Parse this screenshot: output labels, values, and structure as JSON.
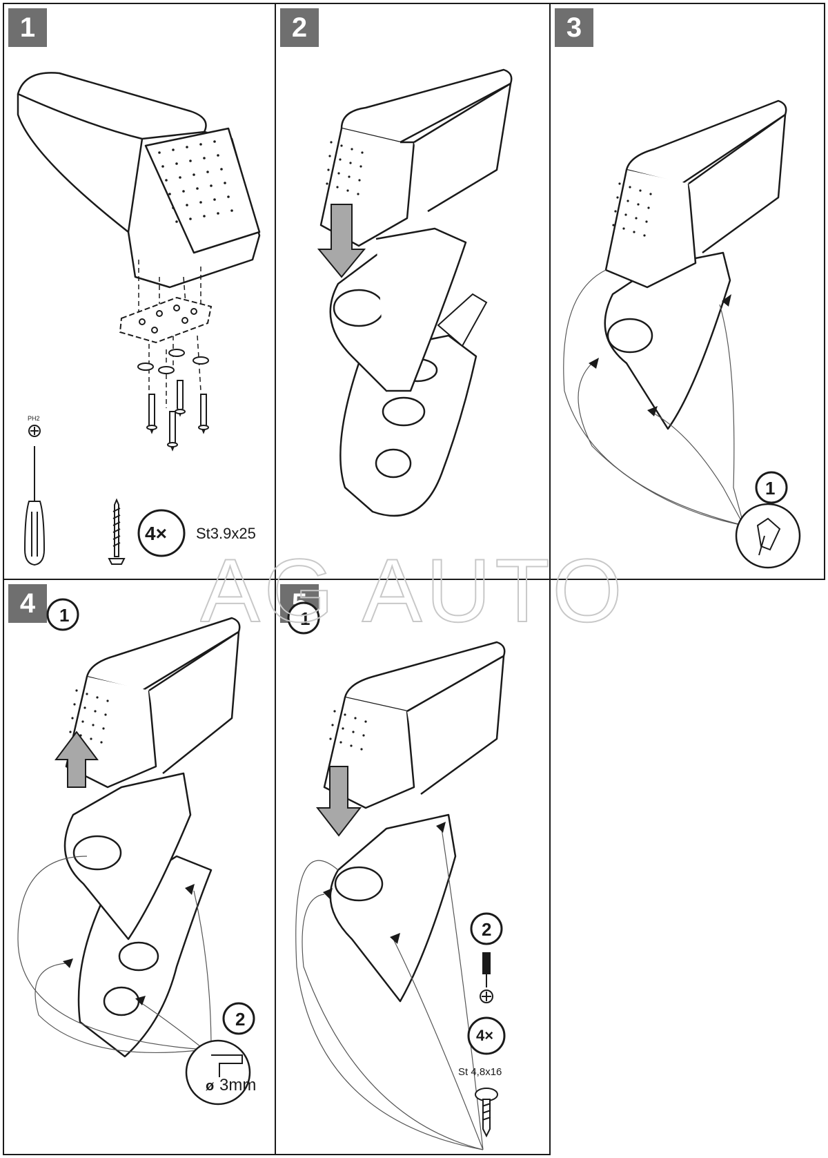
{
  "steps": [
    {
      "number": "1"
    },
    {
      "number": "2"
    },
    {
      "number": "3"
    },
    {
      "number": "4"
    },
    {
      "number": "5"
    }
  ],
  "step1": {
    "tool_label": "PH2",
    "screw_count": "4×",
    "screw_spec": "St3.9x25"
  },
  "step3": {
    "callout": "1"
  },
  "step4": {
    "callout_top": "1",
    "callout_bottom": "2",
    "drill_size": "3mm",
    "diameter_symbol": "ø"
  },
  "step5": {
    "callout_top": "1",
    "callout_bottom": "2",
    "screw_count": "4×",
    "screw_spec": "St 4,8x16"
  },
  "watermark": "AG AUTO",
  "colors": {
    "badge": "#6f6f6f",
    "line": "#1a1a1a",
    "arrow_fill": "#a8a8a8",
    "watermark_stroke": "#c8c8c8"
  }
}
